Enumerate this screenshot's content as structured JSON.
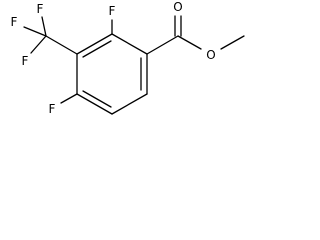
{
  "structure": {
    "atoms": {
      "f_cf3_a": "F",
      "f_cf3_b": "F",
      "f_cf3_c": "F",
      "f_ring_top": "F",
      "f_ring_bottom": "F",
      "o_carbonyl": "O",
      "o_ester": "O"
    }
  }
}
